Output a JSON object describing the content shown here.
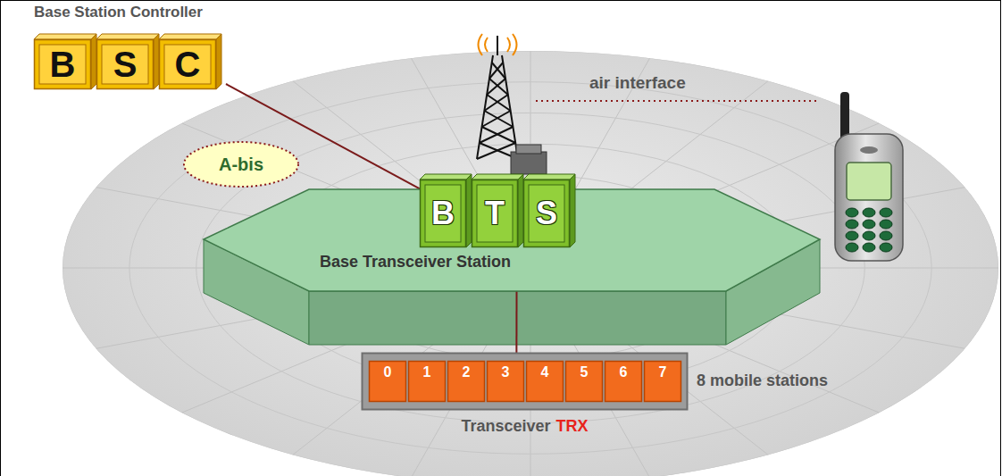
{
  "diagram": {
    "nodes": [
      {
        "text": [
          "Base Station Controller"
        ]
      },
      {
        "text": [
          "B"
        ],
        "in": 0
      },
      {
        "text": [
          "S"
        ],
        "in": 0
      },
      {
        "text": [
          "C"
        ],
        "in": 0
      },
      {
        "text": [
          "Base Transceiver Station"
        ]
      },
      {
        "text": [
          "B"
        ],
        "in": 4
      },
      {
        "text": [
          "T"
        ],
        "in": 4
      },
      {
        "text": [
          "S"
        ],
        "in": 4
      },
      {
        "text": [
          "A-bis"
        ]
      },
      {
        "text": [
          "Transceiver",
          "TRX"
        ]
      },
      {
        "text": [
          "0"
        ],
        "in": 9
      },
      {
        "text": [
          "1"
        ],
        "in": 9
      },
      {
        "text": [
          "2"
        ],
        "in": 9
      },
      {
        "text": [
          "3"
        ],
        "in": 9
      },
      {
        "text": [
          "4"
        ],
        "in": 9
      },
      {
        "text": [
          "5"
        ],
        "in": 9
      },
      {
        "text": [
          "6"
        ],
        "in": 9
      },
      {
        "text": [
          "7"
        ],
        "in": 9
      }
    ],
    "edges": [
      {
        "from": 0,
        "to": 5,
        "arrow": "none"
      },
      {
        "from": 4,
        "to": 9,
        "arrow": "none"
      }
    ],
    "labels": [
      "air interface",
      "8 mobile stations"
    ]
  }
}
